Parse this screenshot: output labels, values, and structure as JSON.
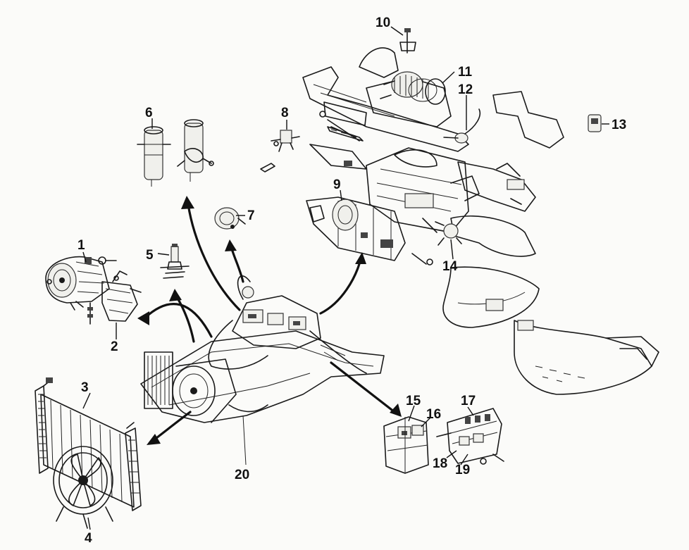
{
  "diagram": {
    "callouts": [
      {
        "id": "1",
        "text": "1"
      },
      {
        "id": "2",
        "text": "2"
      },
      {
        "id": "3",
        "text": "3"
      },
      {
        "id": "4",
        "text": "4"
      },
      {
        "id": "5",
        "text": "5"
      },
      {
        "id": "6",
        "text": "6"
      },
      {
        "id": "7",
        "text": "7"
      },
      {
        "id": "8",
        "text": "8"
      },
      {
        "id": "9",
        "text": "9"
      },
      {
        "id": "10",
        "text": "10"
      },
      {
        "id": "11",
        "text": "11"
      },
      {
        "id": "12",
        "text": "12"
      },
      {
        "id": "13",
        "text": "13"
      },
      {
        "id": "14",
        "text": "14"
      },
      {
        "id": "15",
        "text": "15"
      },
      {
        "id": "16",
        "text": "16"
      },
      {
        "id": "17",
        "text": "17"
      },
      {
        "id": "18",
        "text": "18"
      },
      {
        "id": "19",
        "text": "19"
      },
      {
        "id": "20",
        "text": "20"
      }
    ],
    "colors": {
      "ink": "#1a1a1a",
      "paper": "#fbfbf9",
      "shade": "#444444"
    }
  }
}
